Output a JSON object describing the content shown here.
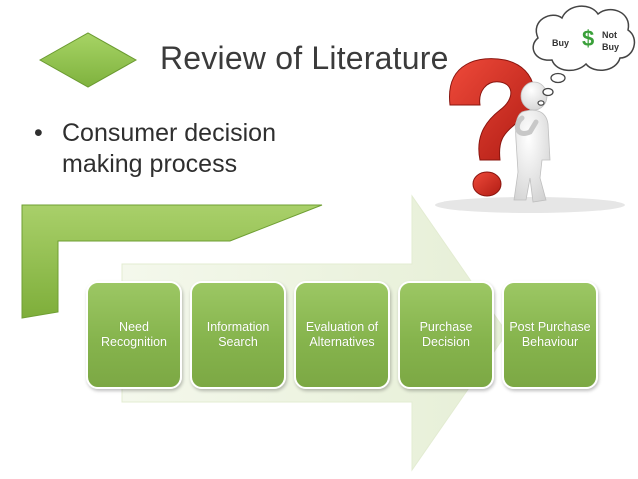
{
  "slide": {
    "title": "Review of Literature",
    "bullet": "Consumer decision making process"
  },
  "thought_bubble": {
    "left_word": "Buy",
    "right_word_line1": "Not",
    "right_word_line2": "Buy",
    "symbol": "$"
  },
  "process_steps": [
    {
      "label": "Need Recognition"
    },
    {
      "label": "Information Search"
    },
    {
      "label": "Evaluation of Alternatives"
    },
    {
      "label": "Purchase Decision"
    },
    {
      "label": "Post Purchase Behaviour"
    }
  ],
  "colors": {
    "diamond": "#8cc24a",
    "box_green": "#86b44d",
    "arrow_fill": "#eef4e3",
    "bracket_green": "#8cbf3e",
    "question_mark": "#d62b20",
    "figure": "#f1f1f1"
  },
  "icons": [
    "green-diamond-shape",
    "question-mark-thinking-figure",
    "thought-bubble-icon",
    "dollar-icon"
  ]
}
